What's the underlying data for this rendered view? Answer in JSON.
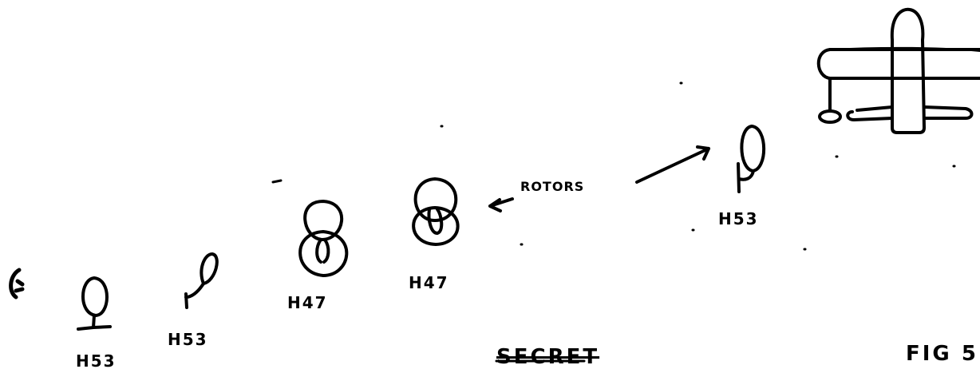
{
  "labels": {
    "h53_far_left": "H53",
    "h53_left": "H53",
    "h47_left": "H47",
    "h47_right": "H47",
    "h53_right": "H53",
    "rotors_annotation": "ROTORS",
    "secret_stamp": "SECRET",
    "figure_label": "FIG 5"
  },
  "colors": {
    "ink": "#000000",
    "paper": "#ffffff"
  },
  "icons": [
    "single-rotor-helicopter-icon",
    "tandem-rotor-helicopter-icon",
    "airplane-icon"
  ]
}
